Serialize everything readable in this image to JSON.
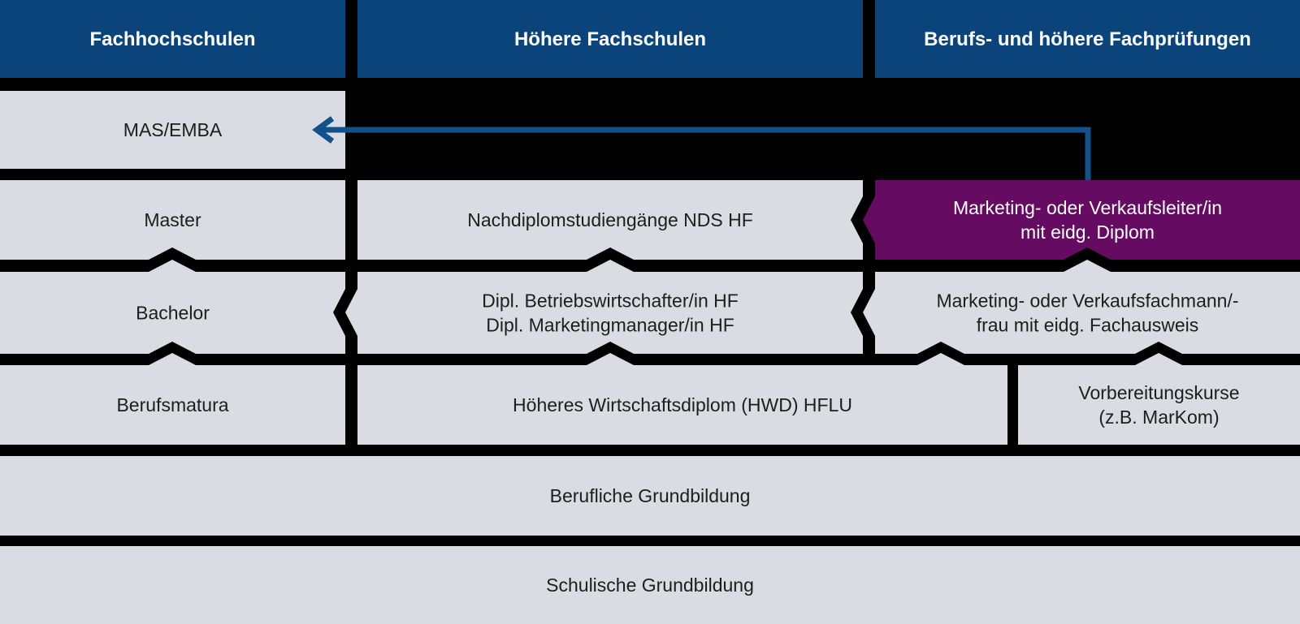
{
  "boxes": {
    "fachhochschulen": {
      "lines": [
        "Fachhochschulen"
      ]
    },
    "hoehere_fachschulen": {
      "lines": [
        "Höhere Fachschulen"
      ]
    },
    "berufs_und_hoehere_fachpruefungen": {
      "lines": [
        "Berufs- und höhere Fachprüfungen"
      ]
    },
    "mas_emba": {
      "lines": [
        "MAS/EMBA"
      ]
    },
    "master": {
      "lines": [
        "Master"
      ]
    },
    "nachdiplomstudiengaenge": {
      "lines": [
        "Nachdiplomstudiengänge NDS HF"
      ]
    },
    "marketing_verkaufsleiter": {
      "lines": [
        "Marketing- oder Verkaufsleiter/in",
        "mit eidg. Diplom"
      ]
    },
    "bachelor": {
      "lines": [
        "Bachelor"
      ]
    },
    "dipl_hf": {
      "lines": [
        "Dipl. Betriebswirtschafter/in HF",
        "Dipl. Marketingmanager/in HF"
      ]
    },
    "marketing_verkaufsfachmann": {
      "lines": [
        "Marketing- oder Verkaufsfachmann/-",
        "frau mit eidg. Fachausweis"
      ]
    },
    "berufsmatura": {
      "lines": [
        "Berufsmatura"
      ]
    },
    "hwd_hflu": {
      "lines": [
        "Höheres Wirtschaftsdiplom (HWD) HFLU"
      ]
    },
    "vorbereitungskurse": {
      "lines": [
        "Vorbereitungskurse",
        "(z.B. MarKom)"
      ]
    },
    "berufliche_grundbildung": {
      "lines": [
        "Berufliche Grundbildung"
      ]
    },
    "schulische_grundbildung": {
      "lines": [
        "Schulische Grundbildung"
      ]
    }
  },
  "arrow": {
    "connects_from": "Marketing- oder Verkaufsleiter/in mit eidg. Diplom",
    "connects_to": "MAS/EMBA"
  },
  "colors": {
    "background": "#000000",
    "header_bg": "#0b437b",
    "box_bg": "#d9dde3",
    "highlight_bg": "#650b61",
    "header_text": "#ffffff",
    "box_text": "#1d1d1b",
    "highlight_text": "#ffffff",
    "arrow": "#13518b"
  }
}
